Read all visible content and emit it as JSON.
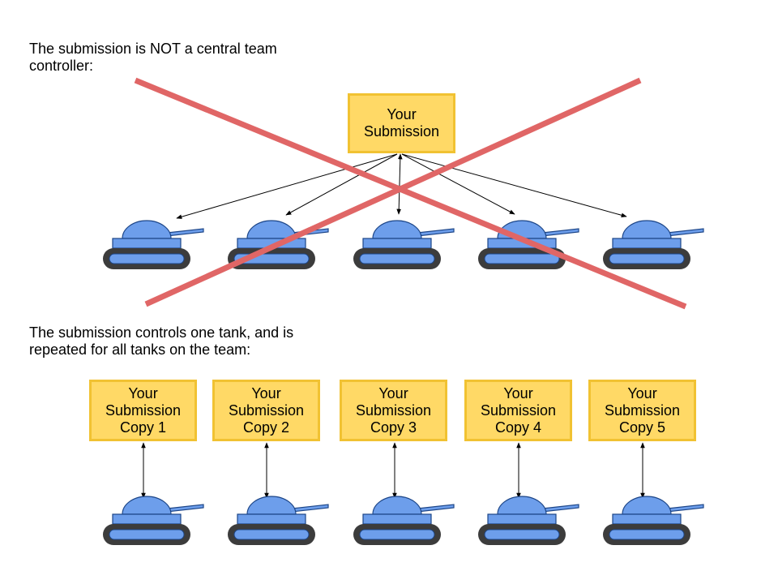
{
  "colors": {
    "box_fill": "#ffd966",
    "box_border": "#f1c232",
    "tank_blue": "#6d9eeb",
    "tank_track": "#3c3c3c",
    "tank_outline": "#1c4587",
    "cross_red": "#e06666"
  },
  "top_section": {
    "caption_lines": [
      "The submission is NOT a central team",
      "controller:"
    ],
    "box_lines": [
      "Your",
      "Submission"
    ],
    "tank_count": 5,
    "crossed_out": true
  },
  "bottom_section": {
    "caption_lines": [
      "The submission controls one tank, and is",
      "repeated for all tanks on the team:"
    ],
    "boxes": [
      {
        "lines": [
          "Your",
          "Submission",
          "Copy 1"
        ]
      },
      {
        "lines": [
          "Your",
          "Submission",
          "Copy 2"
        ]
      },
      {
        "lines": [
          "Your",
          "Submission",
          "Copy 3"
        ]
      },
      {
        "lines": [
          "Your",
          "Submission",
          "Copy 4"
        ]
      },
      {
        "lines": [
          "Your",
          "Submission",
          "Copy 5"
        ]
      }
    ]
  }
}
